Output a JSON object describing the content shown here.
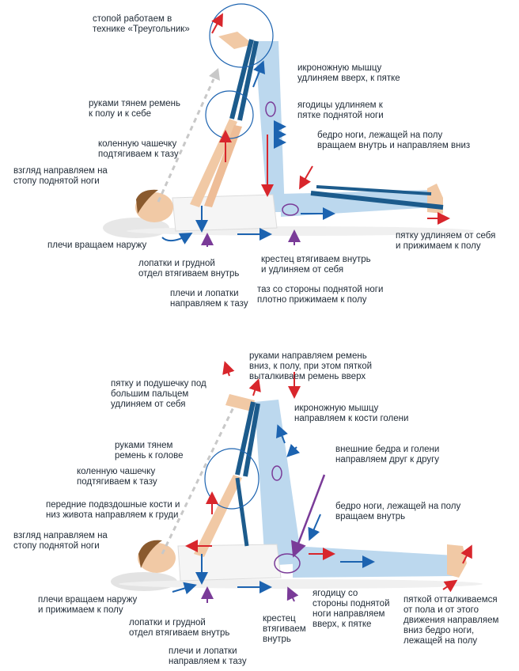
{
  "colors": {
    "text": "#1f2a36",
    "strap": "#1c5b8c",
    "arrow_blue": "#1c63b0",
    "arrow_red": "#d8262c",
    "arrow_purple": "#7a3b98",
    "leggings": "#bcd8ee",
    "skin": "#f1c9a5",
    "hair": "#8a5a2e"
  },
  "pose1": {
    "labels": [
      "стопой работаем в\nтехнике «Треугольник»",
      "икроножную мышцу\nудлиняем вверх, к пятке",
      "руками тянем ремень\nк полу и к себе",
      "ягодицы удлиняем к\nпятке поднятой ноги",
      "коленную чашечку\nподтягиваем к тазу",
      "бедро ноги, лежащей на полу\nвращаем внутрь и направляем вниз",
      "взгляд направляем на\nстопу поднятой ноги",
      "плечи вращаем наружу",
      "пятку удлиняем от себя\nи прижимаем к полу",
      "лопатки и грудной\nотдел втягиваем внутрь",
      "крестец втягиваем внутрь\nи удлиняем от себя",
      "плечи и лопатки\nнаправляем к тазу",
      "таз со стороны поднятой ноги\nплотно прижимаем к полу"
    ]
  },
  "pose2": {
    "labels": [
      "руками направляем ремень\nвниз, к полу, при этом пяткой\nвыталкиваем ремень вверх",
      "пятку и подушечку под\nбольшим пальцем\nудлиняем от себя",
      "икроножную мышцу\nнаправляем к кости голени",
      "руками тянем\nремень к голове",
      "внешние бедра и голени\nнаправляем друг к другу",
      "коленную чашечку\nподтягиваем к тазу",
      "передние подвздошные кости и\nниз живота направляем к груди",
      "бедро ноги, лежащей на полу\nвращаем внутрь",
      "взгляд направляем на\nстопу поднятой ноги",
      "плечи вращаем наружу\nи прижимаем к полу",
      "ягодицу со\nстороны поднятой\nноги направляем\nвверх, к пятке",
      "пяткой отталкиваемся\nот пола  и от этого\nдвижения направляем\nвниз бедро ноги,\nлежащей на полу",
      "лопатки и грудной\nотдел втягиваем внутрь",
      "крестец\nвтягиваем\nвнутрь",
      "плечи и лопатки\nнаправляем к тазу"
    ]
  }
}
